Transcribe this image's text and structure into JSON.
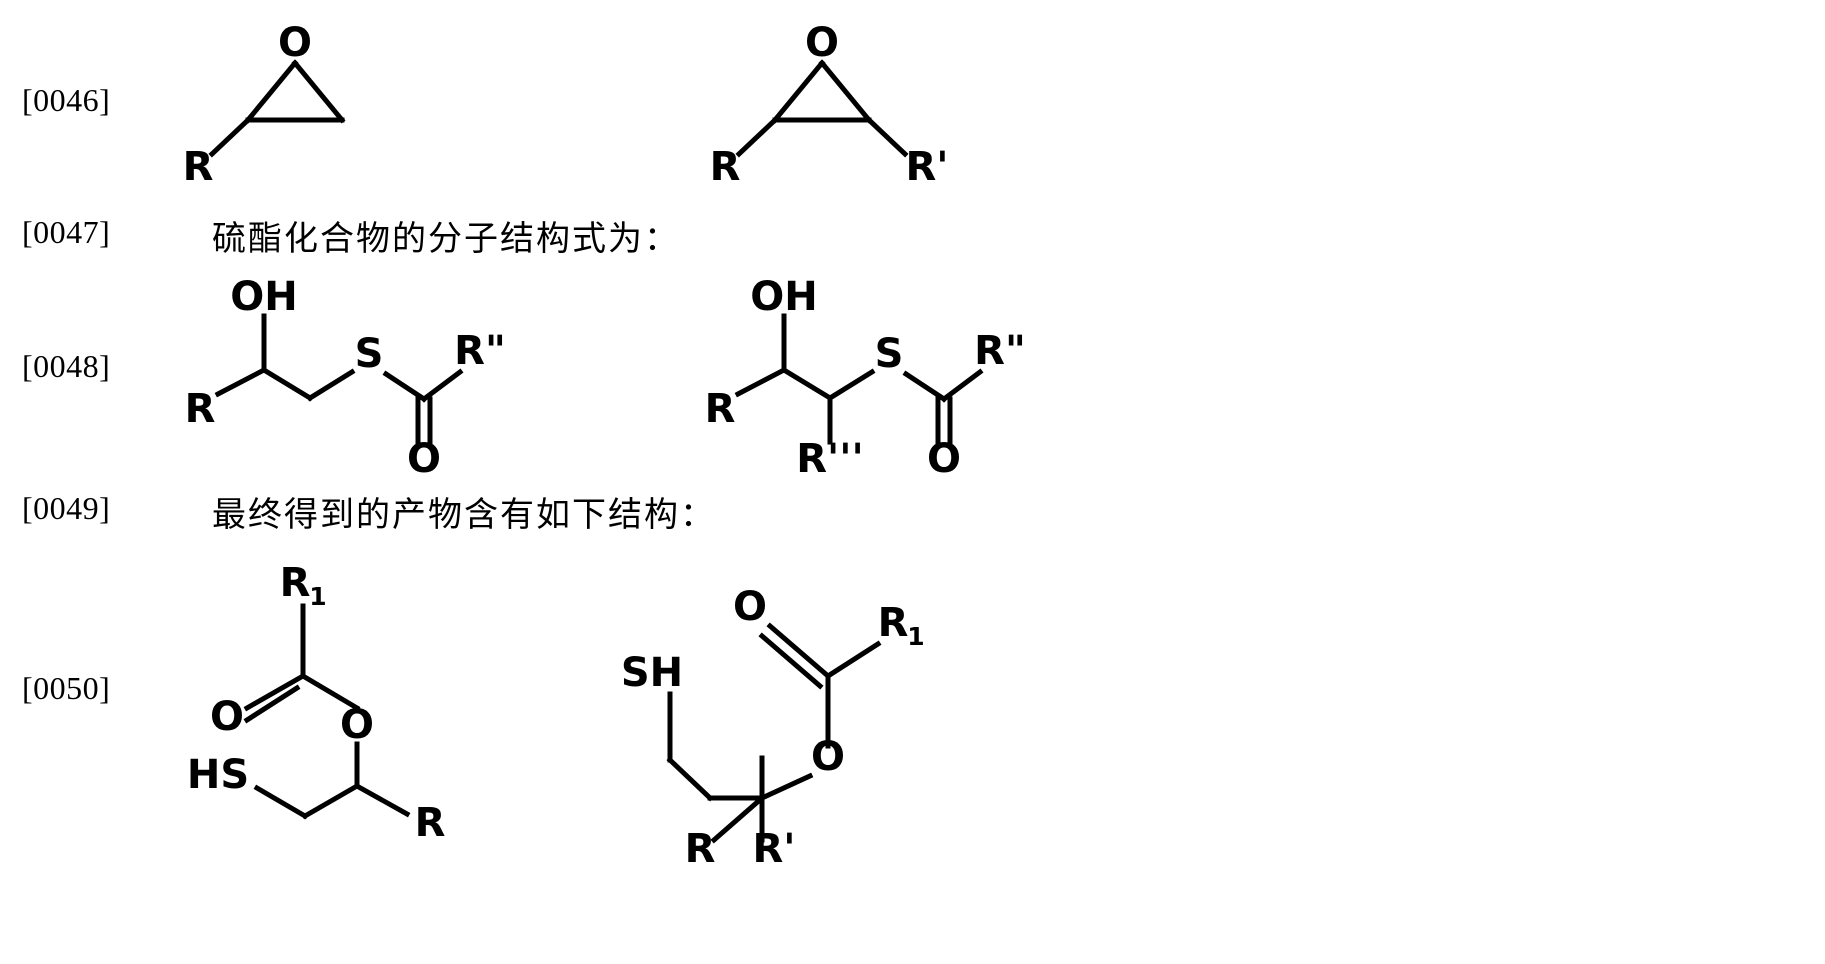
{
  "document": {
    "type": "patent-description-page",
    "background_color": "#ffffff",
    "text_color": "#000000"
  },
  "paragraphs": [
    {
      "number": "[0046]",
      "text": "",
      "has_structures": true
    },
    {
      "number": "[0047]",
      "text": "硫酯化合物的分子结构式为：",
      "has_structures": false
    },
    {
      "number": "[0048]",
      "text": "",
      "has_structures": true
    },
    {
      "number": "[0049]",
      "text": "最终得到的产物含有如下结构：",
      "has_structures": false
    },
    {
      "number": "[0050]",
      "text": "",
      "has_structures": true
    }
  ],
  "structures": {
    "epoxide_mono": {
      "name": "monosubstituted-epoxide",
      "labels": {
        "oxygen": "O",
        "r_group": "R"
      }
    },
    "epoxide_di": {
      "name": "disubstituted-epoxide",
      "labels": {
        "oxygen": "O",
        "r_group": "R",
        "r_prime_group": "R'"
      }
    },
    "thioester_primary": {
      "name": "thioester-primary",
      "labels": {
        "hydroxyl": "OH",
        "r_group": "R",
        "sulfur": "S",
        "r_double_prime_group": "R\"",
        "carbonyl_oxygen": "O"
      }
    },
    "thioester_secondary": {
      "name": "thioester-secondary",
      "labels": {
        "hydroxyl": "OH",
        "r_group": "R",
        "sulfur": "S",
        "r_double_prime_group": "R\"",
        "r_triple_prime_group": "R'''",
        "carbonyl_oxygen": "O"
      }
    },
    "product_primary": {
      "name": "thiol-ester-product-primary",
      "labels": {
        "r1_symbol": "R",
        "r1_subscript": "1",
        "carbonyl_oxygen": "O",
        "ester_oxygen": "O",
        "thiol": "HS",
        "r_group": "R"
      }
    },
    "product_secondary": {
      "name": "thiol-ester-product-secondary",
      "labels": {
        "thiol": "SH",
        "carbonyl_oxygen": "O",
        "r1_symbol": "R",
        "r1_subscript": "1",
        "ester_oxygen": "O",
        "r_group": "R",
        "r_prime_group": "R'"
      }
    }
  }
}
